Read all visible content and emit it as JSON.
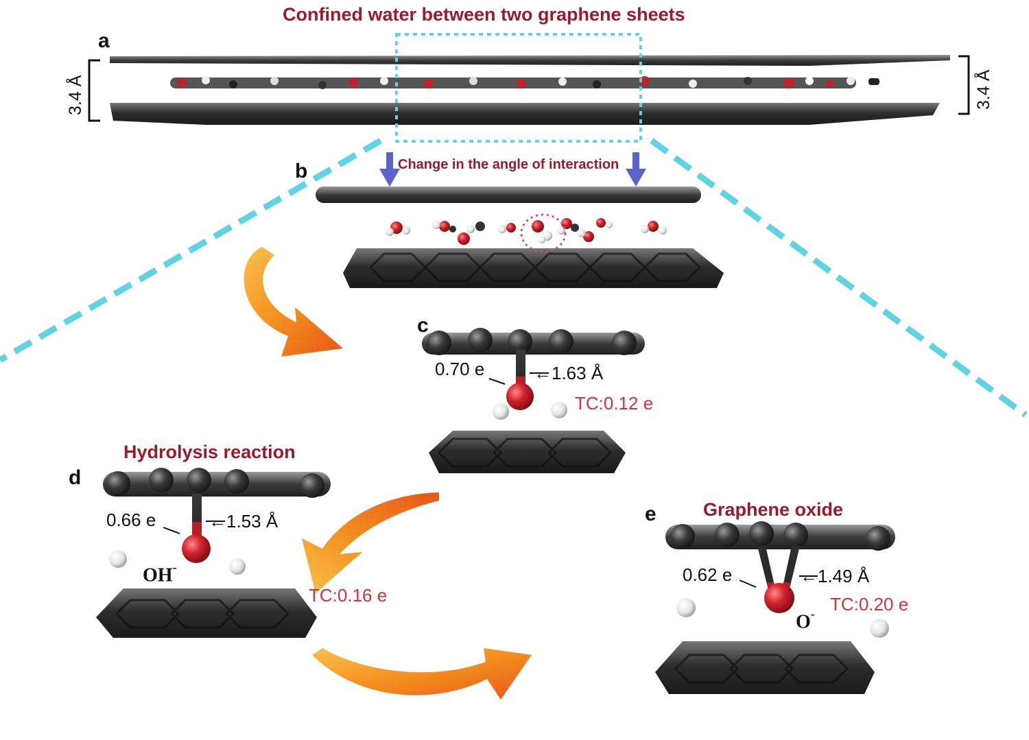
{
  "title": "Confined water between two graphene sheets",
  "panels": {
    "a": {
      "letter": "a",
      "spacing_left": "3.4 Å",
      "spacing_right": "3.4 Å"
    },
    "b": {
      "letter": "b",
      "caption": "Change in the angle of interaction"
    },
    "c": {
      "letter": "c",
      "charge": "0.70 e",
      "bond_length": "1.63 Å",
      "tc": "TC:0.12 e"
    },
    "d": {
      "letter": "d",
      "caption": "Hydrolysis reaction",
      "charge": "0.66 e",
      "bond_length": "1.53 Å",
      "tc": "TC:0.16 e",
      "ion": "OH",
      "ion_charge": "-"
    },
    "e": {
      "letter": "e",
      "caption": "Graphene oxide",
      "charge": "0.62 e",
      "bond_length": "1.49 Å",
      "tc": "TC:0.20 e",
      "ion": "O",
      "ion_charge": "-"
    }
  },
  "colors": {
    "title_red": "#9b1b2a",
    "tc_red": "#d0343b",
    "dashed_cyan": "#5fd3e3",
    "arrow_blue": "#5a63c9",
    "arrow_orange": "#f28a1c",
    "graphene": "#3a3a3a",
    "oxygen": "#c0222b",
    "hydrogen": "#f0f0f0"
  }
}
